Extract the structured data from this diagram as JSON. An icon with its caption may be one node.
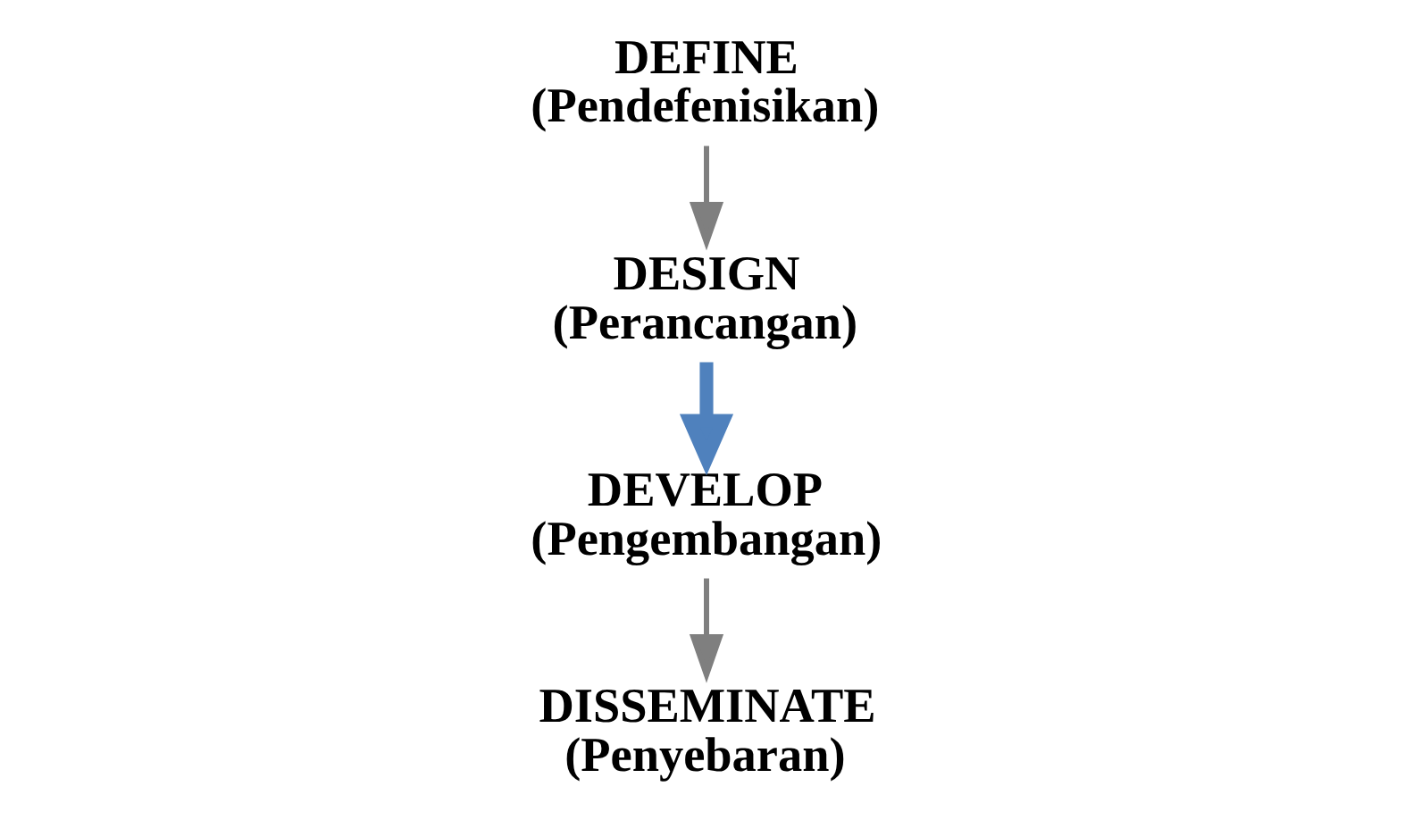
{
  "diagram": {
    "nodes": [
      {
        "text": [
          "DEFINE",
          "(Pendefenisikan)"
        ]
      },
      {
        "text": [
          "DESIGN",
          "(Perancangan)"
        ]
      },
      {
        "text": [
          "DEVELOP",
          "(Pengembangan)"
        ]
      },
      {
        "text": [
          "DISSEMINATE",
          "(Penyebaran)"
        ]
      }
    ],
    "edges": [
      {
        "from": 0,
        "to": 1,
        "arrow": "to"
      },
      {
        "from": 1,
        "to": 2,
        "arrow": "to",
        "style": "thick",
        "color": "#4f81bd"
      },
      {
        "from": 2,
        "to": 3,
        "arrow": "to"
      }
    ]
  }
}
